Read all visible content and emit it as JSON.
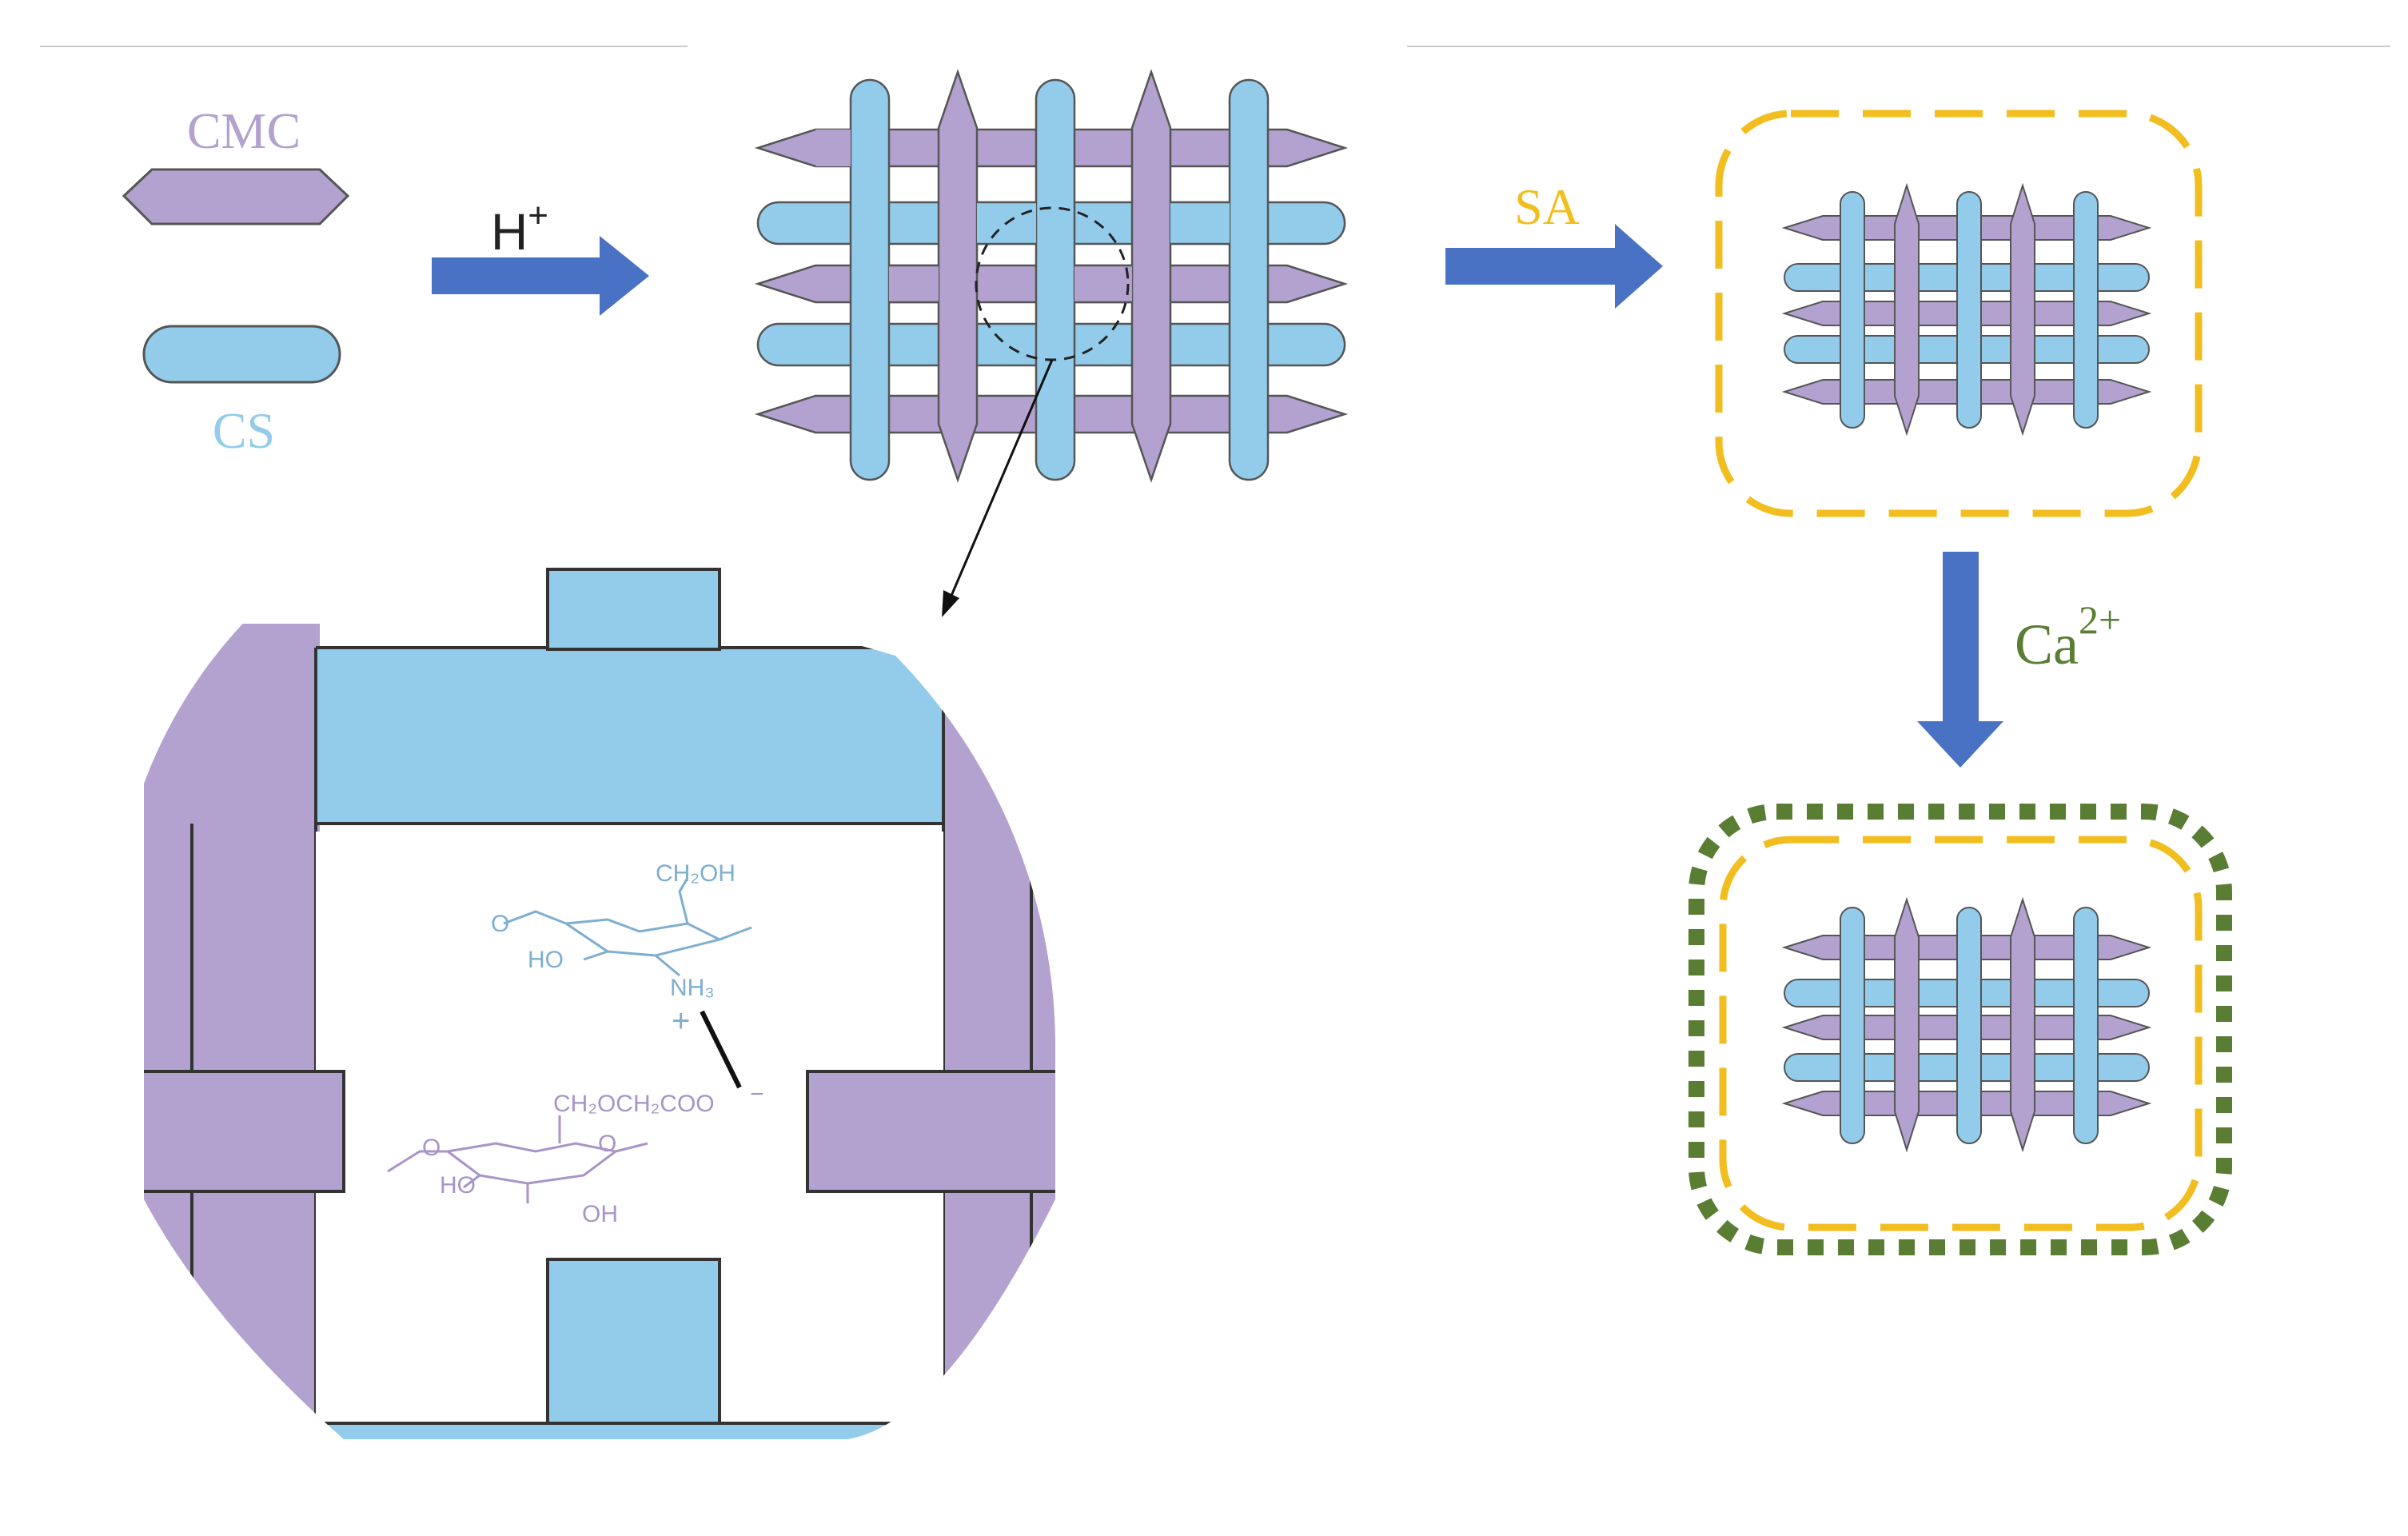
{
  "legend": {
    "cmc_label": "CMC",
    "cs_label": "CS"
  },
  "steps": {
    "acid_label": "H",
    "acid_charge": "+",
    "sa_label": "SA",
    "calcium_label": "Ca",
    "calcium_charge": "2+"
  },
  "chemistry": {
    "cs_ch2oh": "CH₂OH",
    "cs_ho": "HO",
    "cs_nh3": "NH₃",
    "cs_o": "O",
    "plus_sign": "+",
    "cmc_group": "CH₂OCH₂COO",
    "minus_sign": "−",
    "cmc_ho": "HO",
    "cmc_oh": "OH",
    "cmc_o": "O",
    "cmc_ring_o": "O"
  },
  "colors": {
    "cmc": "#b3a2cf",
    "cs": "#93cceb",
    "arrow": "#4a72c4",
    "sa": "#f2bd1f",
    "calcium": "#5a7d34",
    "outline": "#555555"
  }
}
